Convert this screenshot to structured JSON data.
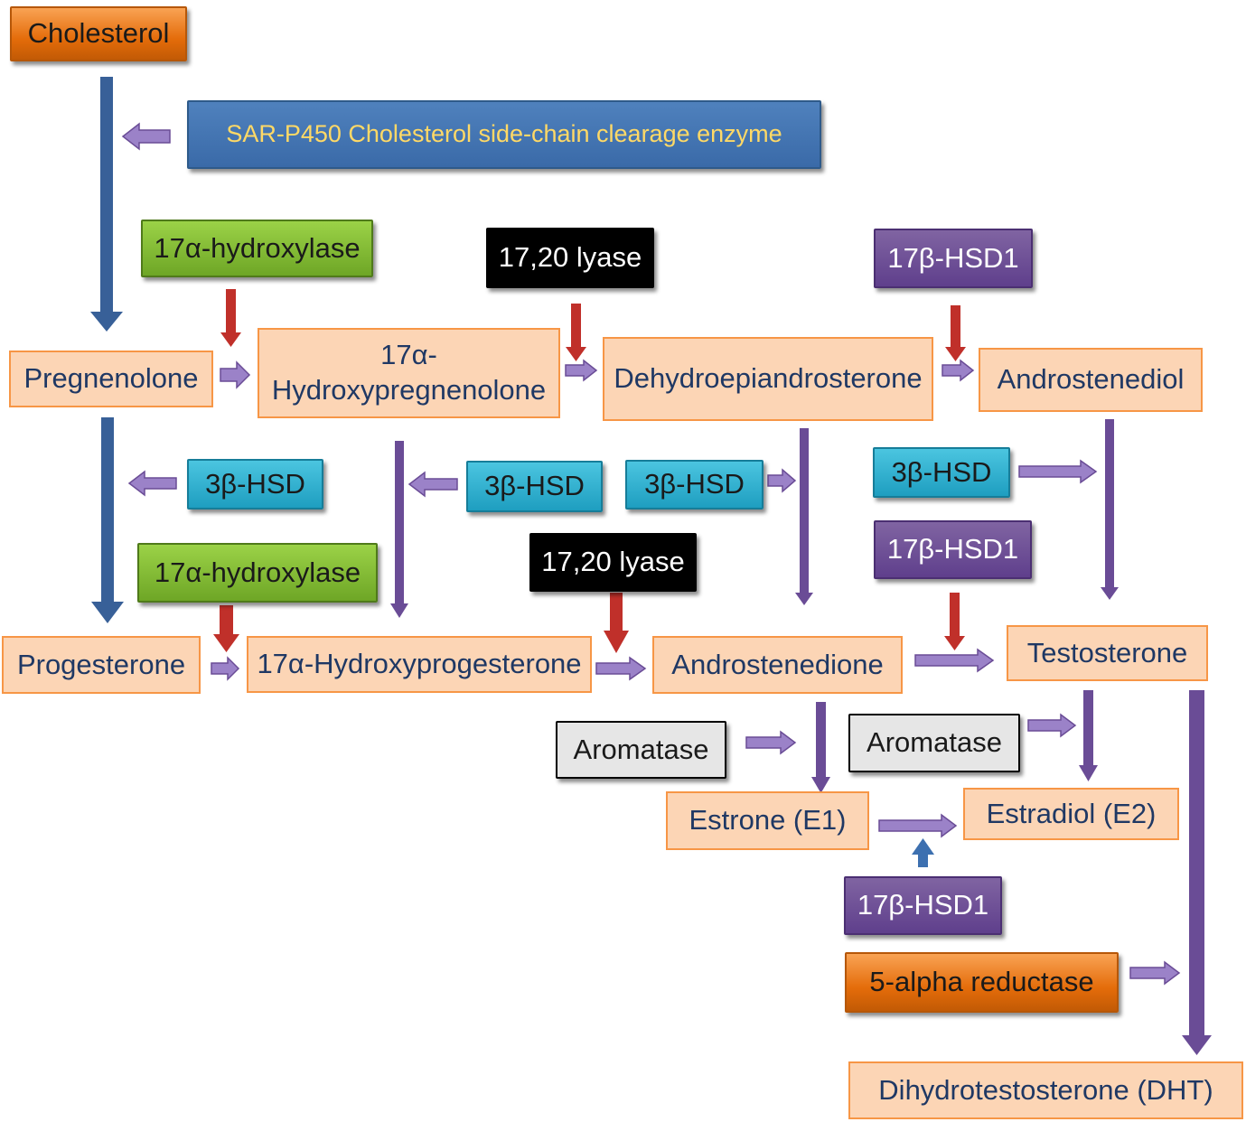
{
  "metabolites": {
    "cholesterol": "Cholesterol",
    "pregnenolone": "Pregnenolone",
    "hydroxypregnenolone": "17α-\nHydroxypregnenolone",
    "dhea": "Dehydroepiandrosterone",
    "androstenediol": "Androstenediol",
    "progesterone": "Progesterone",
    "hydroxyprogesterone": "17α-Hydroxyprogesterone",
    "androstenedione": "Androstenedione",
    "testosterone": "Testosterone",
    "estrone": "Estrone (E1)",
    "estradiol": "Estradiol (E2)",
    "dht": "Dihydrotestosterone (DHT)"
  },
  "enzymes": {
    "sar_p450": "SAR-P450 Cholesterol side-chain clearage enzyme",
    "hydroxylase_1": "17α-hydroxylase",
    "lyase_1": "17,20 lyase",
    "hsd1_1": "17β-HSD1",
    "hsd3_1": "3β-HSD",
    "hsd3_2": "3β-HSD",
    "hsd3_3": "3β-HSD",
    "hsd3_4": "3β-HSD",
    "hsd1_2": "17β-HSD1",
    "hydroxylase_2": "17α-hydroxylase",
    "lyase_2": "17,20 lyase",
    "aromatase_1": "Aromatase",
    "aromatase_2": "Aromatase",
    "hsd1_3": "17β-HSD1",
    "reductase": "5-alpha reductase"
  },
  "colors": {
    "metabolite_fill": "#fcd5b5",
    "metabolite_border": "#f79646",
    "pathway_blue": "#386098",
    "enzyme_red": "#c0302a",
    "pathway_purple": "#6a4c96",
    "purple_arrow_fill": "#9b82c8"
  }
}
